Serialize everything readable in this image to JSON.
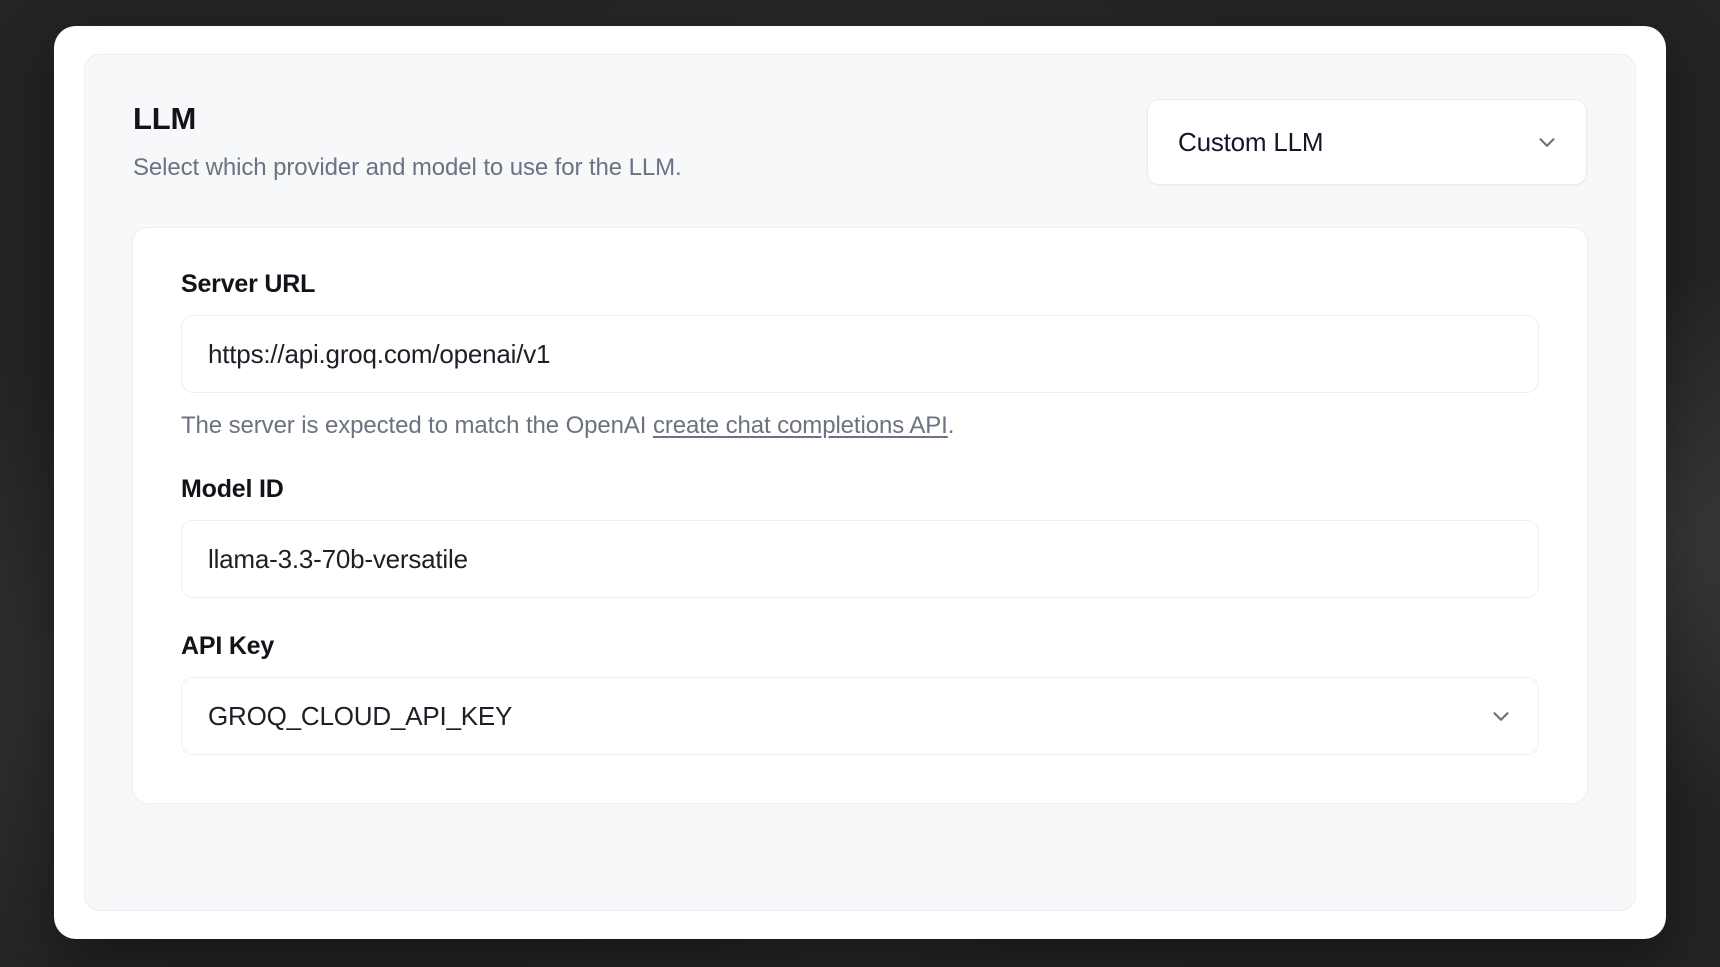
{
  "panel": {
    "title": "LLM",
    "subtitle": "Select which provider and model to use for the LLM.",
    "provider_select": {
      "value": "Custom LLM",
      "icon": "chevron-down-icon"
    }
  },
  "form": {
    "server_url": {
      "label": "Server URL",
      "value": "https://api.groq.com/openai/v1",
      "placeholder": "https://api.groq.com/openai/v1",
      "helper_prefix": "The server is expected to match the OpenAI ",
      "helper_link": "create chat completions API",
      "helper_suffix": "."
    },
    "model_id": {
      "label": "Model ID",
      "value": "llama-3.3-70b-versatile",
      "placeholder": "llama-3.3-70b-versatile"
    },
    "api_key": {
      "label": "API Key",
      "value": "GROQ_CLOUD_API_KEY",
      "icon": "chevron-down-icon"
    }
  },
  "colors": {
    "backdrop": "#242424",
    "card": "#ffffff",
    "panel": "#f7f8fa",
    "border": "#eceef1",
    "text_primary": "#111318",
    "text_muted": "#6b7280"
  }
}
